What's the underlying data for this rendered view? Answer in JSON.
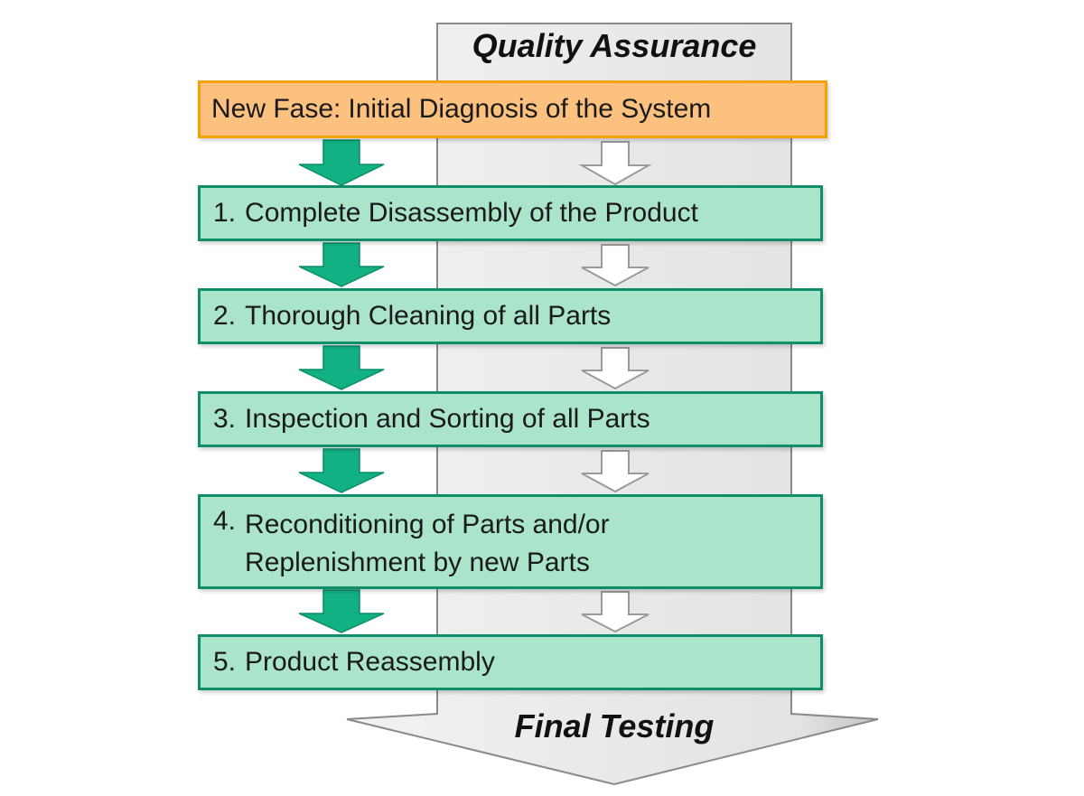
{
  "quality_assurance_title": "Quality Assurance",
  "final_testing_title": "Final Testing",
  "phase": {
    "label": "New Fase:",
    "text": "Initial Diagnosis of the System"
  },
  "steps": [
    {
      "number": "1.",
      "text": "Complete Disassembly of the Product"
    },
    {
      "number": "2.",
      "text": "Thorough Cleaning of all Parts"
    },
    {
      "number": "3.",
      "text": "Inspection and Sorting of all Parts"
    },
    {
      "number": "4.",
      "line1": "Reconditioning of Parts and/or",
      "line2": "Replenishment by new Parts"
    },
    {
      "number": "5.",
      "text": "Product Reassembly"
    }
  ],
  "colors": {
    "step_fill": "#a9e4cb",
    "step_border": "#0f8f69",
    "phase_fill": "#fcc17f",
    "phase_border": "#f3a200",
    "flow_arrow": "#12b184",
    "qa_column": "#e6e6e6"
  }
}
